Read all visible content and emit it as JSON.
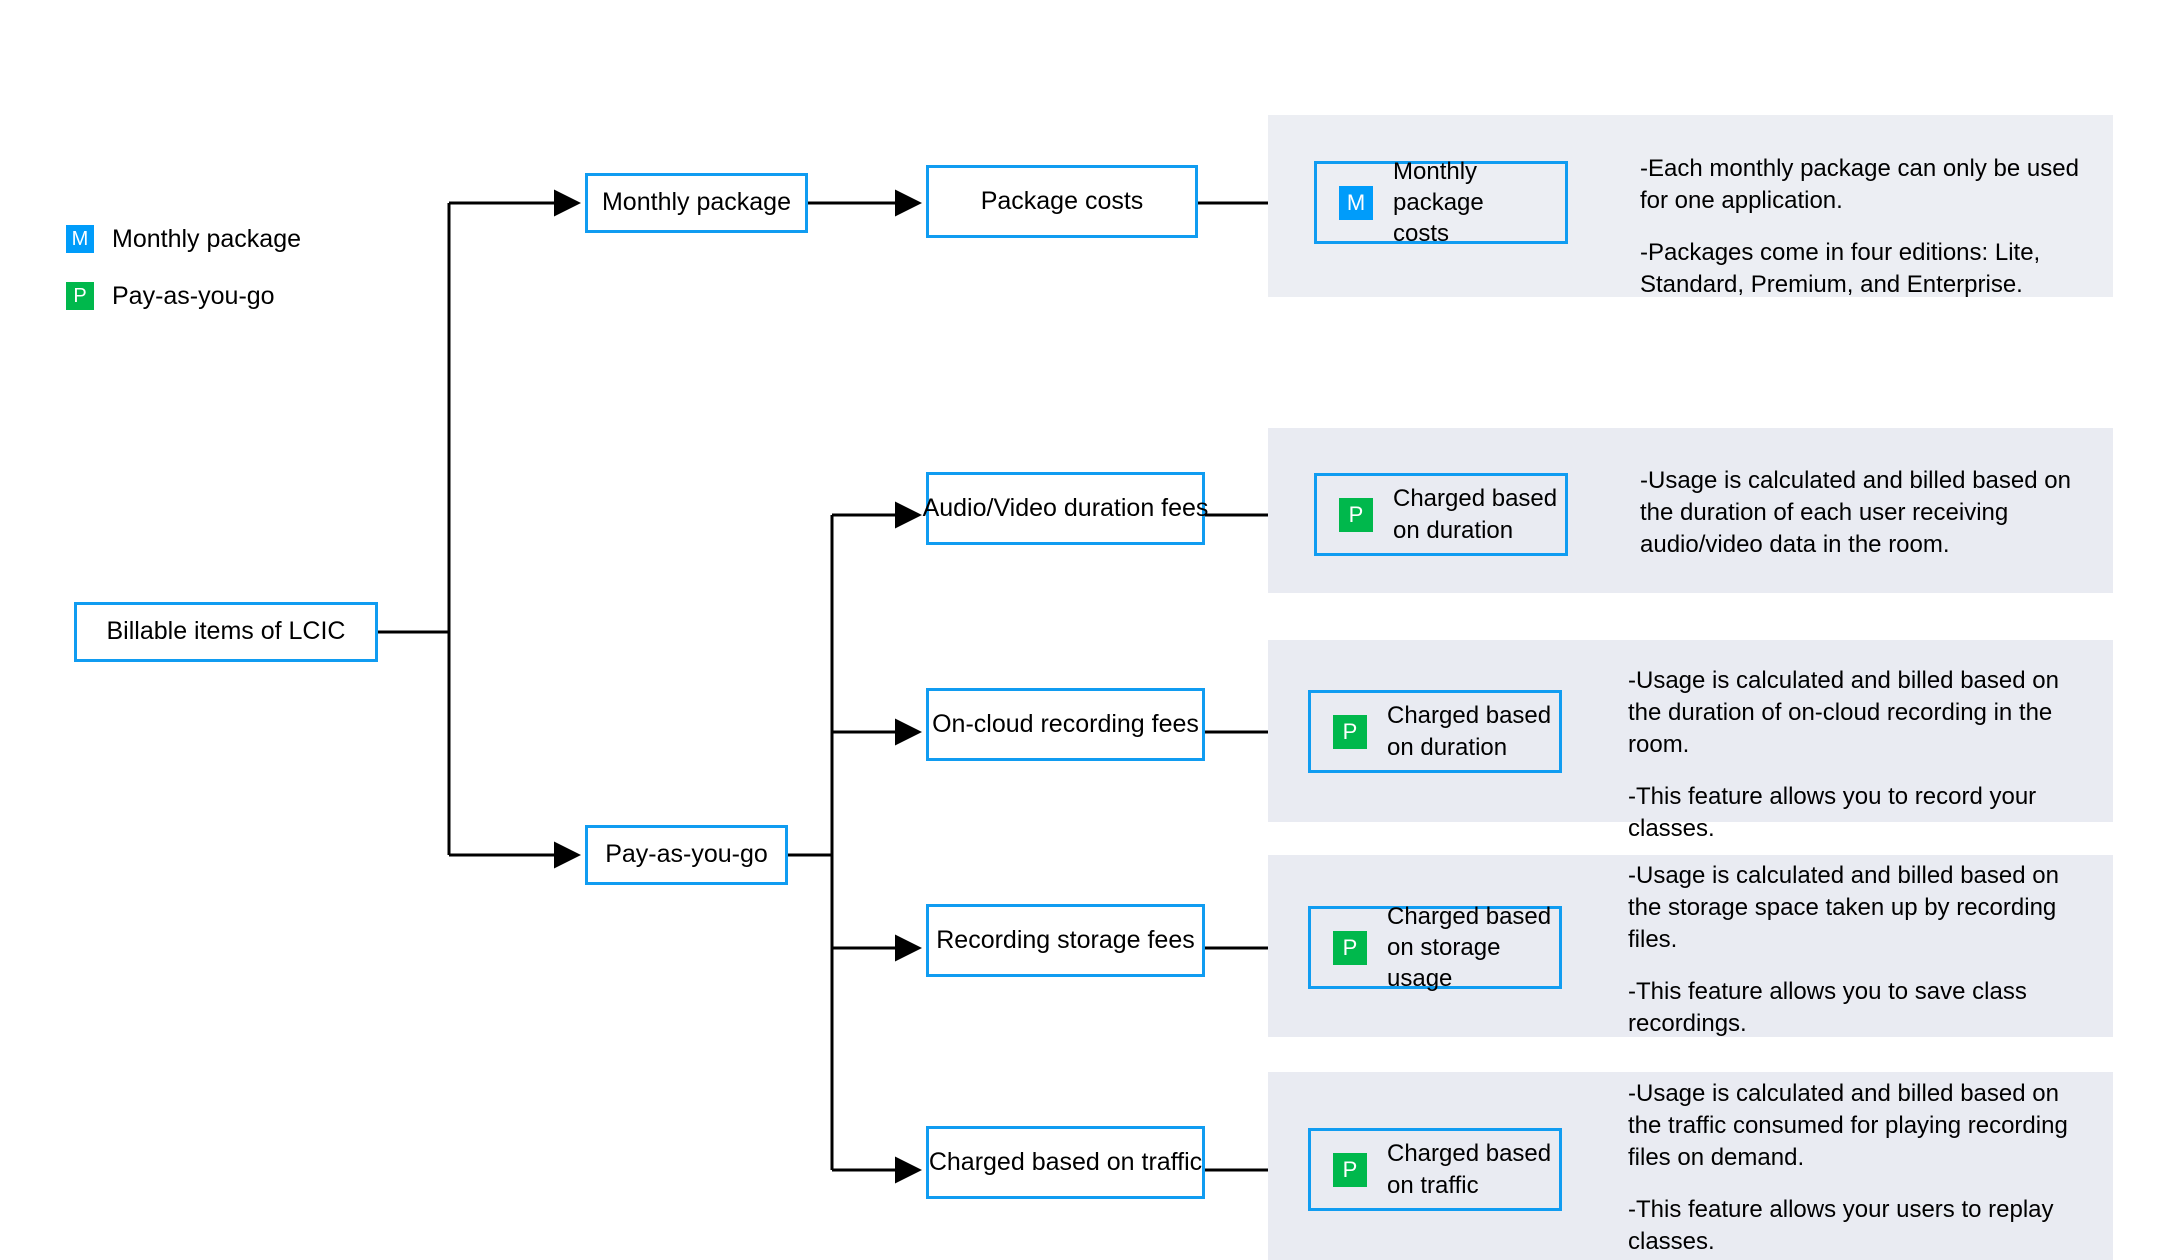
{
  "legend": {
    "items": [
      {
        "key": "M",
        "label": "Monthly package",
        "color": "#009cfa"
      },
      {
        "key": "P",
        "label": "Pay-as-you-go",
        "color": "#00b84c"
      }
    ]
  },
  "root": {
    "label": "Billable items of LCIC"
  },
  "branches": [
    {
      "label": "Monthly package"
    },
    {
      "label": "Pay-as-you-go"
    }
  ],
  "items": [
    {
      "label": "Package costs"
    },
    {
      "label": "Audio/Video duration fees"
    },
    {
      "label": "On-cloud recording fees"
    },
    {
      "label": "Recording storage fees"
    },
    {
      "label": "Charged based on traffic"
    }
  ],
  "details": [
    {
      "badge": "M",
      "badge_color": "#009cfa",
      "title_line1": "Monthly package",
      "title_line2": "costs",
      "notes": [
        "-Each monthly package can only be used for one application.",
        "-Packages come in four editions: Lite, Standard, Premium, and Enterprise."
      ]
    },
    {
      "badge": "P",
      "badge_color": "#00b84c",
      "title_line1": "Charged based",
      "title_line2": "on duration",
      "notes": [
        "-Usage is calculated and billed based on the duration of each user receiving audio/video data in the room."
      ]
    },
    {
      "badge": "P",
      "badge_color": "#00b84c",
      "title_line1": "Charged based",
      "title_line2": "on duration",
      "notes": [
        "-Usage is calculated and billed based on the duration of on-cloud recording in the room.",
        "-This feature allows you to record your classes."
      ]
    },
    {
      "badge": "P",
      "badge_color": "#00b84c",
      "title_line1": "Charged based",
      "title_line2": "on storage usage",
      "notes": [
        "-Usage is calculated and billed based on the storage space taken up by recording files.",
        "-This feature allows you to save class recordings."
      ]
    },
    {
      "badge": "P",
      "badge_color": "#00b84c",
      "title_line1": "Charged based",
      "title_line2": "on traffic",
      "notes": [
        "-Usage is calculated and billed based on the traffic consumed for playing recording files on demand.",
        "-This feature allows your users to replay classes."
      ]
    }
  ],
  "colors": {
    "node_border": "#109cf1",
    "panel_bg": "#e9ebf2",
    "line": "#000000",
    "text": "#000000"
  }
}
